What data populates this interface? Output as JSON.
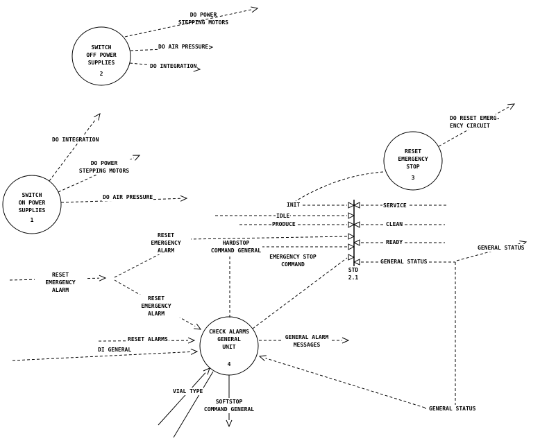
{
  "diagram": {
    "nodes": [
      {
        "name": "SWITCH\nON POWER\nSUPPLIES",
        "number": "1"
      },
      {
        "name": "SWITCH\nOFF POWER\nSUPPLIES",
        "number": "2"
      },
      {
        "name": "RESET\nEMERGENCY\nSTOP",
        "number": "3"
      },
      {
        "name": "CHECK ALARMS\nGENERAL\nUNIT",
        "number": "4"
      }
    ],
    "std": {
      "label": "STD\n2.1"
    },
    "flows": {
      "do_power_stepping_motors_off": "DO POWER\nSTEPPING MOTORS",
      "do_air_pressure_off": "DO AIR PRESSURE",
      "do_integration_off": "DO INTEGRATION",
      "do_integration_on": "DO INTEGRATION",
      "do_power_stepping_motors_on": "DO POWER\nSTEPPING MOTORS",
      "do_air_pressure_on": "DO AIR PRESSURE",
      "do_reset_emergency_circuit": "DO RESET EMERG-\nENCY CIRCUIT",
      "init": "INIT",
      "idle": "IDLE",
      "produce": "PRODUCE",
      "service": "SERVICE",
      "clean": "CLEAN",
      "ready": "READY",
      "general_status_bar": "GENERAL STATUS",
      "general_status_top": "GENERAL STATUS",
      "general_status_bottom": "GENERAL STATUS",
      "reset_emergency_alarm_in": "RESET EMERGENCY\nALARM",
      "reset_emergency_alarm_up": "RESET EMERGENCY\nALARM",
      "reset_emergency_alarm_down": "RESET EMERGENCY\nALARM",
      "hardstop_command_general": "HARDSTOP\nCOMMAND GENERAL",
      "emergency_stop_command": "EMERGENCY STOP\nCOMMAND",
      "reset_alarms": "RESET ALARMS",
      "di_general": "DI GENERAL",
      "general_alarm_messages": "GENERAL ALARM\nMESSAGES",
      "vial_type": "VIAL TYPE",
      "softstop_command_general": "SOFTSTOP\nCOMMAND GENERAL"
    }
  }
}
